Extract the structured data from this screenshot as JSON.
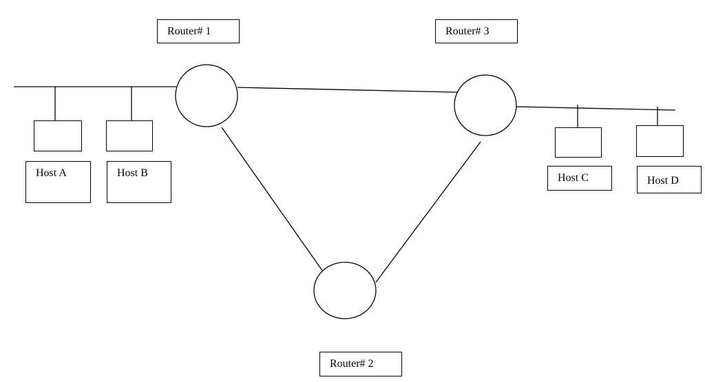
{
  "routers": [
    {
      "id": "router-1",
      "label": "Router# 1"
    },
    {
      "id": "router-2",
      "label": "Router# 2"
    },
    {
      "id": "router-3",
      "label": "Router# 3"
    }
  ],
  "hosts": [
    {
      "id": "host-a",
      "label": "Host A"
    },
    {
      "id": "host-b",
      "label": "Host B"
    },
    {
      "id": "host-c",
      "label": "Host C"
    },
    {
      "id": "host-d",
      "label": "Host D"
    }
  ],
  "colors": {
    "stroke": "#000000",
    "background": "#ffffff"
  }
}
